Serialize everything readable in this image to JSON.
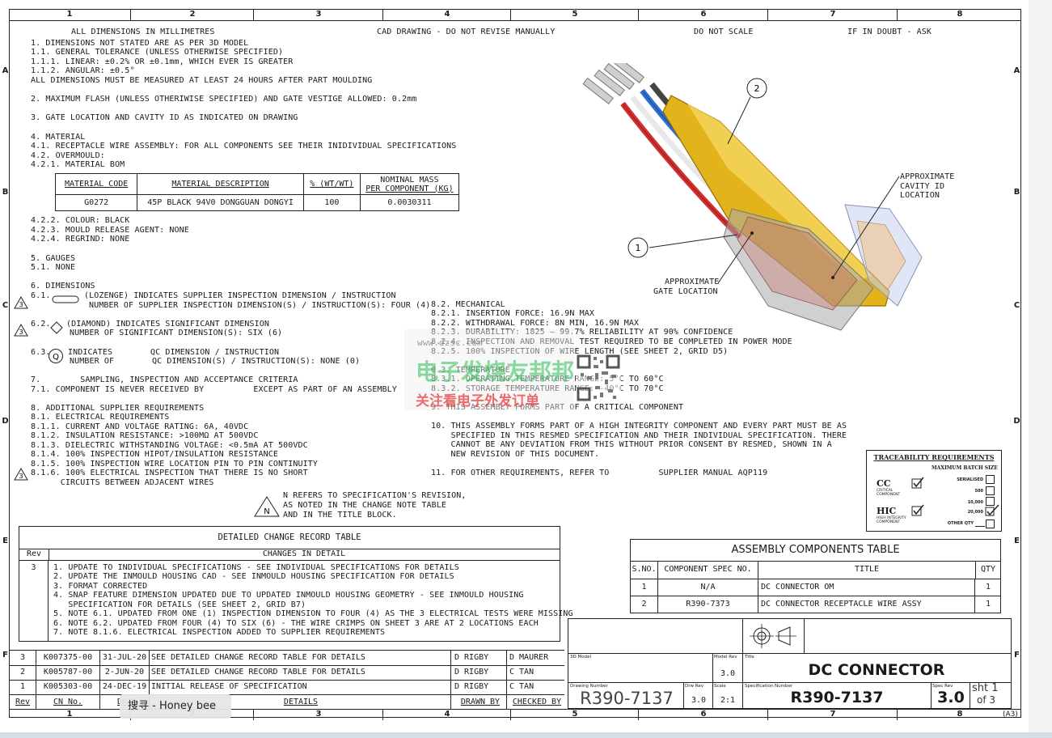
{
  "zones": {
    "columns": [
      "1",
      "2",
      "3",
      "4",
      "5",
      "6",
      "7",
      "8"
    ],
    "rows": [
      "A",
      "B",
      "C",
      "D",
      "E",
      "F"
    ]
  },
  "header": {
    "units": "ALL DIMENSIONS IN MILLIMETRES",
    "cad": "CAD DRAWING - DO NOT REVISE MANUALLY",
    "scale": "DO NOT SCALE",
    "doubt": "IF IN DOUBT - ASK"
  },
  "notes_left": [
    "1. DIMENSIONS NOT STATED ARE AS PER 3D MODEL",
    "1.1. GENERAL TOLERANCE (UNLESS OTHERWISE SPECIFIED)",
    "1.1.1. LINEAR: ±0.2% OR ±0.1mm, WHICH EVER IS GREATER",
    "1.1.2. ANGULAR: ±0.5°",
    "ALL DIMENSIONS MUST BE MEASURED AT LEAST 24 HOURS AFTER PART MOULDING",
    "2. MAXIMUM FLASH (UNLESS OTHERIWISE SPECIFIED) AND GATE VESTIGE ALLOWED: 0.2mm",
    "3. GATE LOCATION AND CAVITY ID AS INDICATED ON DRAWING",
    "4. MATERIAL",
    "4.1. RECEPTACLE WIRE ASSEMBLY: FOR ALL COMPONENTS SEE THEIR INIDIVIDUAL SPECIFICATIONS",
    "4.2. OVERMOULD:",
    "4.2.1. MATERIAL BOM"
  ],
  "material_table": {
    "headers": [
      "MATERIAL CODE",
      "MATERIAL DESCRIPTION",
      "% (WT/WT)",
      "NOMINAL MASS",
      "PER COMPONENT (KG)"
    ],
    "row": [
      "G0272",
      "45P BLACK 94V0 DONGGUAN DONGYI",
      "100",
      "0.0030311"
    ]
  },
  "notes_material": [
    "4.2.2. COLOUR: BLACK",
    "4.2.3. MOULD RELEASE AGENT: NONE",
    "4.2.4. REGRIND: NONE"
  ],
  "notes_gauges": [
    "5. GAUGES",
    "5.1. NONE"
  ],
  "notes_dims": {
    "title": "6. DIMENSIONS",
    "d61a": "6.1.",
    "d61b": "(LOZENGE) INDICATES SUPPLIER INSPECTION DIMENSION / INSTRUCTION",
    "d61c": "NUMBER OF SUPPLIER INSPECTION DIMENSION(S) / INSTRUCTION(S): FOUR (4)",
    "d62a": "6.2.",
    "d62b": "(DIAMOND) INDICATES SIGNIFICANT DIMENSION",
    "d62c": "NUMBER OF SIGNIFICANT DIMENSION(S): SIX (6)",
    "d63a": "6.3.",
    "d63b": "INDICATES",
    "d63c": "QC DIMENSION / INSTRUCTION",
    "d63d": "NUMBER OF",
    "d63e": "QC DIMENSION(S) / INSTRUCTION(S): NONE (0)",
    "q": "Q",
    "tri": "3"
  },
  "notes_sampling": [
    "7.        SAMPLING, INSPECTION AND ACCEPTANCE CRITERIA",
    "7.1. COMPONENT IS NEVER RECEIVED BY          EXCEPT AS PART OF AN ASSEMBLY"
  ],
  "notes_supplier": [
    "8. ADDITIONAL SUPPLIER REQUIREMENTS",
    "8.1. ELECTRICAL REQUIREMENTS",
    "8.1.1. CURRENT AND VOLTAGE RATING: 6A, 40VDC",
    "8.1.2. INSULATION RESISTANCE: >100MΩ AT 500VDC",
    "8.1.3. DIELECTRIC WITHSTANDING VOLTAGE: <0.5mA AT 500VDC",
    "8.1.4. 100% INSPECTION HIPOT/INSULATION RESISTANCE",
    "8.1.5. 100% INSPECTION WIRE LOCATION PIN TO PIN CONTINUITY",
    "8.1.6. 100% ELECTRICAL INSPECTION THAT THERE IS NO SHORT",
    "      CIRCUITS BETWEEN ADJACENT WIRES"
  ],
  "revision_note": [
    "N REFERS TO SPECIFICATION'S REVISION,",
    "AS NOTED IN THE CHANGE NOTE TABLE",
    "AND IN THE TITLE BLOCK."
  ],
  "rev_symbol": "N",
  "notes_mechanical": [
    "8.2. MECHANICAL",
    "8.2.1. INSERTION FORCE: 16.9N MAX",
    "8.2.2. WITHDRAWAL FORCE: 8N MIN, 16.9N MAX",
    "8.2.3. DURABILITY: 1825 – 99.7% RELIABILITY AT 90% CONFIDENCE",
    "8.2.4. INSPECTION AND REMOVAL TEST REQUIRED TO BE COMPLETED IN POWER MODE",
    "8.2.5. 100% INSPECTION OF WIRE LENGTH (SEE SHEET 2, GRID D5)",
    "8.3. TEMPERATURE",
    "8.3.1. OPERATING TEMPERATURE RANGE: 5°C TO 60°C",
    "8.3.2. STORAGE TEMPERATURE RANGE: -40°C TO 70°C",
    "9. THIS ASSEMBLY FORMS PART OF A CRITICAL COMPONENT"
  ],
  "notes_integrity": [
    "10. THIS ASSEMBLY FORMS PART OF A HIGH INTEGRITY COMPONENT AND EVERY PART MUST BE AS",
    "    SPECIFIED IN THIS RESMED SPECIFICATION AND THEIR INDIVIDUAL SPECIFICATION. THERE",
    "    CANNOT BE ANY DEVIATION FROM THIS WITHOUT PRIOR CONSENT BY RESMED, SHOWN IN A",
    "    NEW REVISION OF THIS DOCUMENT."
  ],
  "note_11": "11. FOR OTHER REQUIREMENTS, REFER TO          SUPPLIER MANUAL AQP119",
  "callouts": {
    "balloon1": "1",
    "balloon2": "2",
    "cavity": [
      "APPROXIMATE",
      "CAVITY ID",
      "LOCATION"
    ],
    "gate": [
      "APPROXIMATE",
      "GATE LOCATION"
    ]
  },
  "traceability": {
    "title": "TRACEABILITY REQUIREMENTS",
    "sub": "MAXIMUM BATCH SIZE",
    "cc": "CC",
    "cc_sub": "CRITICAL COMPONENT",
    "hic": "HIC",
    "hic_sub": "HIGH INTEGRITY COMPONENT",
    "sizes": [
      "SERIALISED",
      "500",
      "10,000",
      "20,000",
      "OTHER QTY"
    ]
  },
  "change_table": {
    "title": "DETAILED CHANGE RECORD TABLE",
    "col_rev": "Rev",
    "col_changes": "CHANGES IN DETAIL",
    "rev": "3",
    "lines": [
      "1. UPDATE TO INDIVIDUAL SPECIFICATIONS - SEE INDIVIDUAL SPECIFICATIONS FOR DETAILS",
      "2. UPDATE THE INMOULD HOUSING CAD - SEE INMOULD HOUSING SPECIFICATION FOR DETAILS",
      "3. FORMAT CORRECTED",
      "4. SNAP FEATURE DIMENSION UPDATED DUE TO UPDATED INMOULD HOUSING GEOMETRY - SEE INMOULD HOUSING",
      "   SPECIFICATION FOR DETAILS (SEE SHEET 2, GRID B7)",
      "5. NOTE 6.1. UPDATED FROM ONE (1) INSPECTION DIMENSION TO FOUR (4) AS THE 3 ELECTRICAL TESTS WERE MISSING",
      "6. NOTE 6.2. UPDATED FROM FOUR (4) TO SIX (6) - THE WIRE CRIMPS ON SHEET 3 ARE AT 2 LOCATIONS EACH",
      "7. NOTE 8.1.6. ELECTRICAL INSPECTION ADDED TO SUPPLIER REQUIREMENTS"
    ]
  },
  "assembly_table": {
    "title": "ASSEMBLY COMPONENTS TABLE",
    "headers": [
      "S.NO.",
      "COMPONENT SPEC NO.",
      "TITLE",
      "QTY"
    ],
    "rows": [
      [
        "1",
        "N/A",
        "DC CONNECTOR OM",
        "1"
      ],
      [
        "2",
        "R390-7373",
        "DC CONNECTOR RECEPTACLE WIRE ASSY",
        "1"
      ]
    ]
  },
  "revision_history": {
    "headers": [
      "Rev",
      "CN No.",
      "DAT",
      "DETAILS",
      "DRAWN BY",
      "CHECKED BY"
    ],
    "rows": [
      [
        "3",
        "K007375-00",
        "31-JUL-20",
        "SEE DETAILED CHANGE RECORD TABLE FOR DETAILS",
        "D RIGBY",
        "D MAURER"
      ],
      [
        "2",
        "K005787-00",
        "2-JUN-20",
        "SEE DETAILED CHANGE RECORD TABLE FOR DETAILS",
        "D RIGBY",
        "C TAN"
      ],
      [
        "1",
        "K005303-00",
        "24-DEC-19",
        "INITIAL RELEASE OF SPECIFICATION",
        "D RIGBY",
        "C TAN"
      ]
    ]
  },
  "title_block": {
    "model_label": "3D Model",
    "model_rev_label": "Model Rev",
    "model_rev": "3.0",
    "title_label": "Title",
    "title": "DC CONNECTOR",
    "drawing_label": "Drawing Number",
    "drawing": "R390-7137",
    "drw_rev_label": "Drw Rev",
    "drw_rev": "3.0",
    "scale_label": "Scale",
    "scale": "2:1",
    "spec_label": "Specification Number",
    "spec": "R390-7137",
    "spec_rev_label": "Spec Rev",
    "spec_rev": "3.0",
    "sheet": "sht 1",
    "sheet_of": "of 3",
    "paper": "(A3)"
  },
  "watermark": {
    "site": "www.dzsc.com",
    "cn1": "电子发烧友邦邦",
    "cn2": "关注看电子外发订单"
  },
  "popup": "搜寻 - Honey bee"
}
